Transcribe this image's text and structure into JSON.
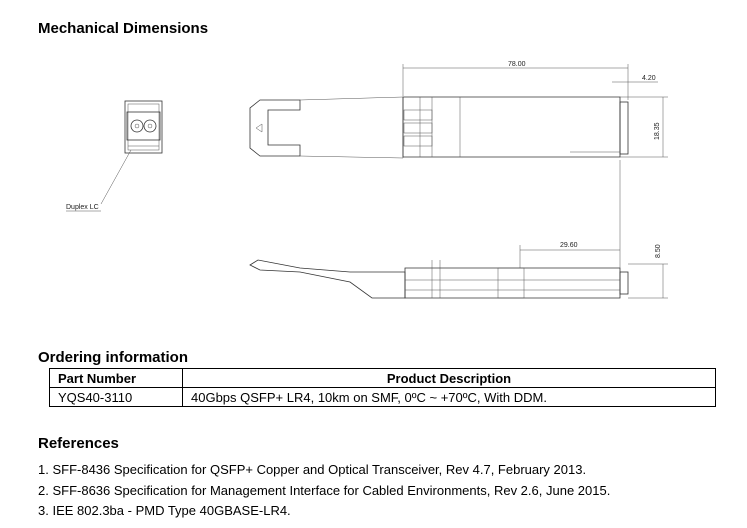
{
  "mechanical": {
    "heading": "Mechanical Dimensions",
    "labels": {
      "duplex_lc": "Duplex LC",
      "length": "78.00",
      "tail": "4.20",
      "height": "18.35",
      "depth": "29.60",
      "thickness": "8.50"
    }
  },
  "ordering": {
    "heading": "Ordering information",
    "columns": [
      "Part Number",
      "Product Description"
    ],
    "rows": [
      {
        "part_number": "YQS40-3110",
        "description": "40Gbps QSFP+ LR4, 10km on SMF, 0ºC ~ +70ºC, With DDM."
      }
    ]
  },
  "references": {
    "heading": "References",
    "items": [
      "1. SFF-8436 Specification for QSFP+ Copper and Optical Transceiver, Rev 4.7, February 2013.",
      "2. SFF-8636 Specification for Management Interface for Cabled Environments, Rev 2.6, June 2015.",
      "3. IEE 802.3ba - PMD Type 40GBASE-LR4."
    ]
  }
}
